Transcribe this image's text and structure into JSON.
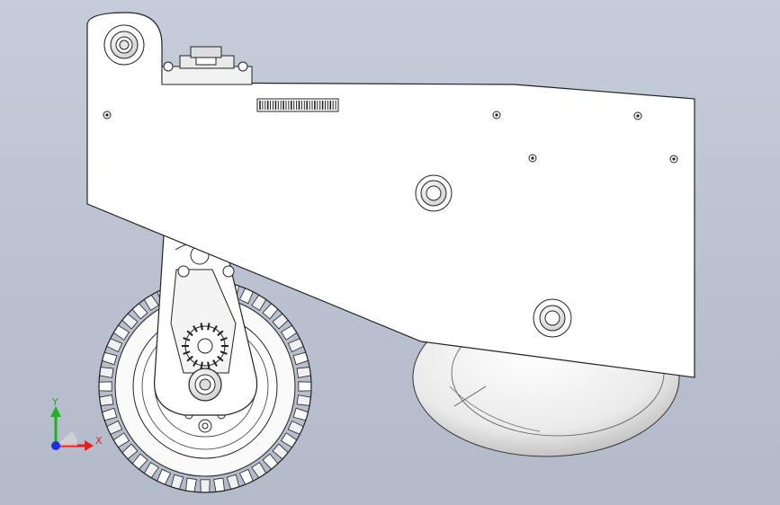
{
  "viewport": {
    "background_top": "#c5ccda",
    "background_bottom": "#b3bbca"
  },
  "triad": {
    "x_label": "X",
    "y_label": "Y",
    "x_color": "#e02020",
    "y_color": "#20b020",
    "z_color": "#2030e0"
  },
  "model": {
    "parts": [
      "main-plate",
      "pivot-bracket",
      "motor-mount",
      "swing-arm",
      "front-wheel",
      "rear-wheel"
    ],
    "plate_color": "#ffffff",
    "edge_color": "#222222"
  }
}
